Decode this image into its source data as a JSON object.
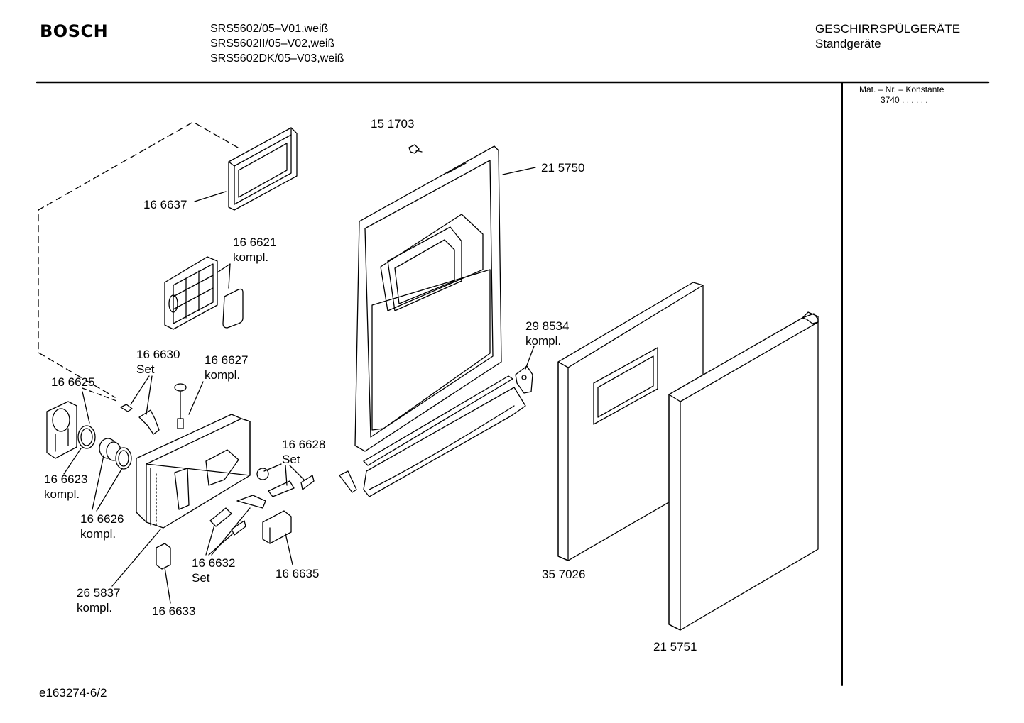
{
  "header": {
    "brand": "BOSCH",
    "models": [
      "SRS5602/05–V01,weiß",
      "SRS5602II/05–V02,weiß",
      "SRS5602DK/05–V03,weiß"
    ],
    "category": "GESCHIRRSPÜLGERÄTE",
    "subcategory": "Standgeräte",
    "mat_label": "Mat. – Nr. – Konstante",
    "mat_value": "3740 . . . . . ."
  },
  "footer": {
    "doc_id": "e163274-6/2"
  },
  "parts": {
    "p151703": "15 1703",
    "p215750": "21 5750",
    "p166637": "16 6637",
    "p166621": "16 6621",
    "p166621_note": "kompl.",
    "p298534": "29 8534",
    "p298534_note": "kompl.",
    "p166630": "16 6630",
    "p166630_note": "Set",
    "p166627": "16 6627",
    "p166627_note": "kompl.",
    "p166625": "16 6625",
    "p166628": "16 6628",
    "p166628_note": "Set",
    "p166623": "16 6623",
    "p166623_note": "kompl.",
    "p166626": "16 6626",
    "p166626_note": "kompl.",
    "p166632": "16 6632",
    "p166632_note": "Set",
    "p166635": "16 6635",
    "p265837": "26 5837",
    "p265837_note": "kompl.",
    "p166633": "16 6633",
    "p357026": "35 7026",
    "p215751": "21 5751"
  }
}
